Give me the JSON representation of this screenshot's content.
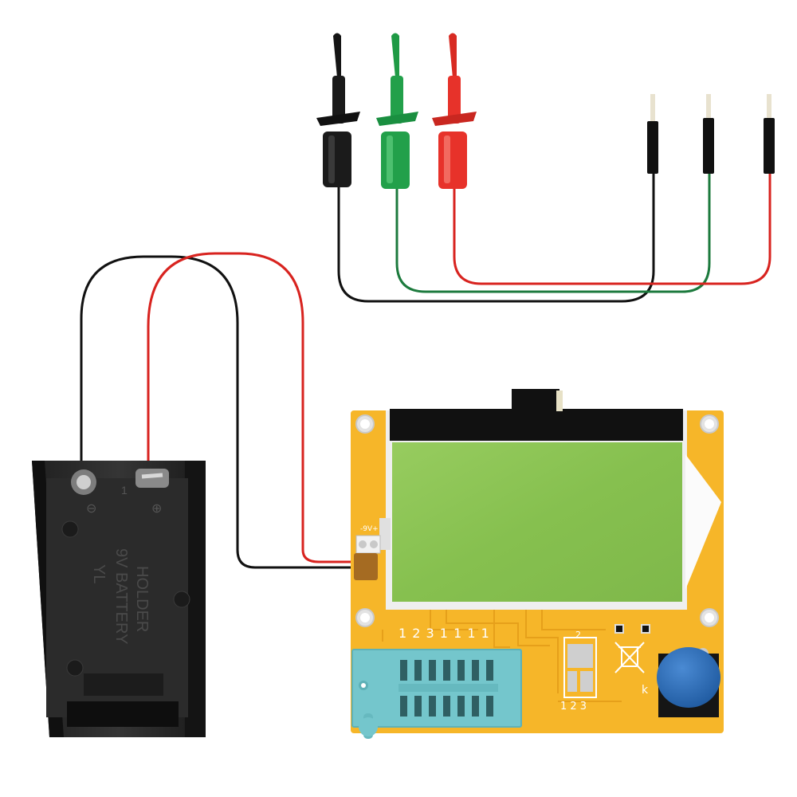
{
  "product": {
    "battery_holder": {
      "brand_mark": "YL",
      "label_line1": "9V BATTERY",
      "label_line2": "HOLDER",
      "negative_symbol": "⊖",
      "positive_symbol": "⊕",
      "terminal_mark": "1"
    },
    "pcb": {
      "pin_row_label": "1 2 3 1 1 1 1",
      "power_label": "-9V+",
      "jumper_top_label": "2",
      "jumper_bottom_label": "1 2 3",
      "button_label": "k"
    },
    "probe_colors": [
      "black",
      "green",
      "red"
    ]
  },
  "colors": {
    "pcb": "#f6b629",
    "lcd": "#8ac352",
    "zif_socket": "#74c6cc",
    "button_cap": "#2f6fb8",
    "wire_black": "#111111",
    "wire_red": "#d8231f",
    "wire_green": "#1c7a3d",
    "clip_green": "#22a04a",
    "clip_red": "#e7322a"
  }
}
